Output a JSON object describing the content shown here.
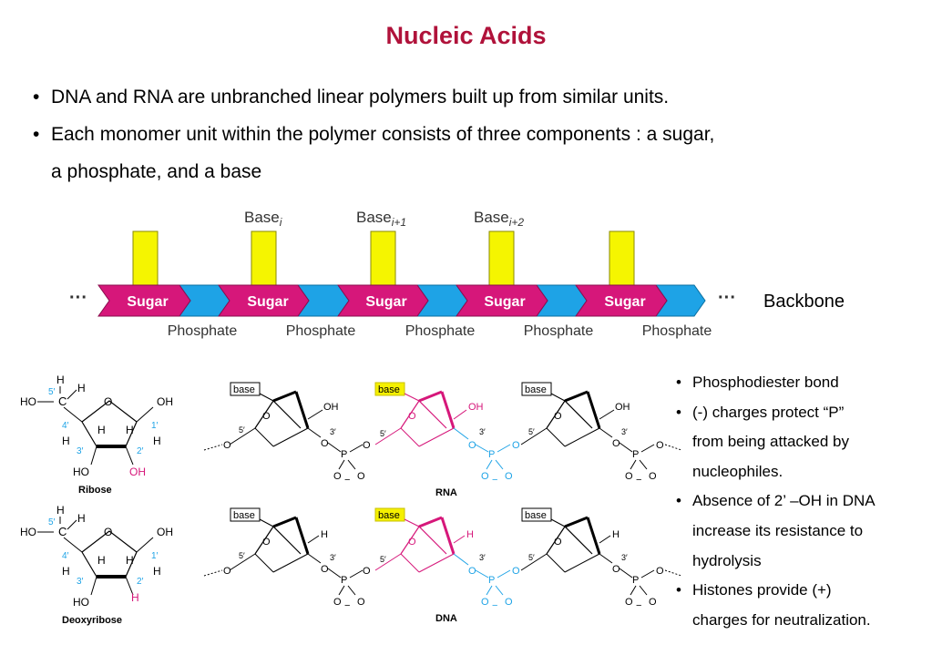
{
  "title": "Nucleic Acids",
  "bullets": {
    "b1": "DNA and RNA are unbranched linear polymers built up from similar units.",
    "b2_line1": "Each monomer unit within the polymer consists of three components : a sugar,",
    "b2_line2": "a phosphate, and a base"
  },
  "backbone_diagram": {
    "base_labels": [
      "Base",
      "Base",
      "Base"
    ],
    "base_subscripts": [
      "i",
      "i+1",
      "i+2"
    ],
    "sugar_label": "Sugar",
    "phosphate_label": "Phosphate",
    "ellipsis": "···",
    "backbone_label": "Backbone",
    "colors": {
      "sugar": "#d6177a",
      "phosphate": "#1ea3e6",
      "base": "#f5f500"
    }
  },
  "sugars": {
    "ribose_label": "Ribose",
    "deoxyribose_label": "Deoxyribose",
    "H": "H",
    "OH": "OH",
    "HO": "HO",
    "positions": [
      "5′",
      "4′",
      "3′",
      "2′",
      "1′"
    ]
  },
  "strands": {
    "rna_label": "RNA",
    "dna_label": "DNA",
    "base_tag": "base",
    "P": "P",
    "O": "O",
    "minus": "−",
    "three_prime": "3′",
    "five_prime": "5′",
    "colors": {
      "highlight_sugar": "#d6177a",
      "highlight_phosphate": "#1ea3e6",
      "highlight_base_box": "#f5f000"
    }
  },
  "side_notes": {
    "n1": "Phosphodiester bond",
    "n2_line1": "(-) charges protect “P”",
    "n2_line2": "from being attacked by",
    "n2_line3": "nucleophiles.",
    "n3_line1": "Absence of 2’ –OH in DNA",
    "n3_line2": "increase its resistance to",
    "n3_line3": "hydrolysis",
    "n4_line1": "Histones provide (+)",
    "n4_line2": "charges for neutralization."
  }
}
